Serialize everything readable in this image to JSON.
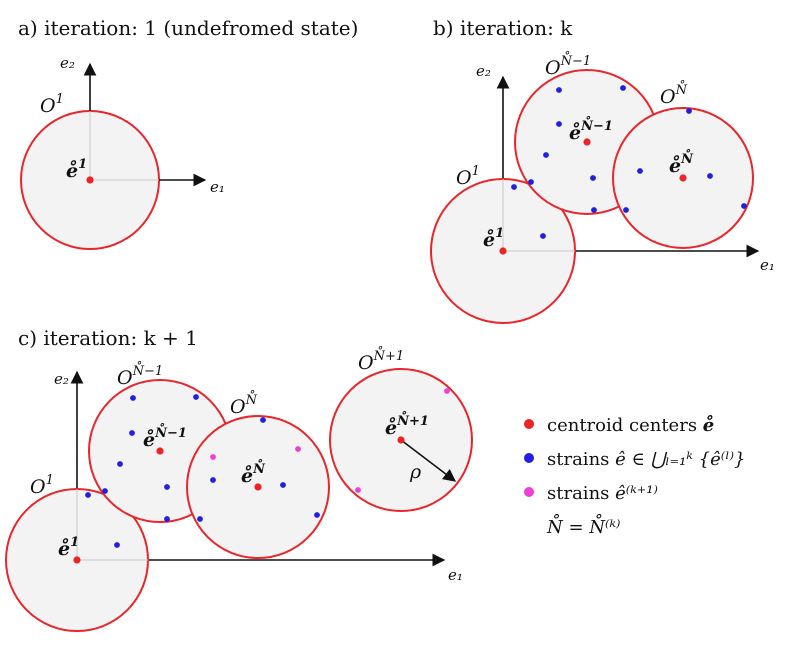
{
  "colors": {
    "circle_stroke": "#e8262b",
    "circle_fill": "#f3f3f3",
    "centroid": "#ee2424",
    "strain_old": "#2020e0",
    "strain_new": "#ee3fd2",
    "axis": "#111111",
    "axis_faint": "#c8c8c8"
  },
  "panels": {
    "a": {
      "title": "a)  iteration: 1 (undefromed state)",
      "e1": "e₁",
      "e2": "e₂",
      "circle_labels": [
        "O¹"
      ],
      "center_labels": [
        "e̊¹"
      ]
    },
    "b": {
      "title": "b)  iteration:  k",
      "e1": "e₁",
      "e2": "e₂",
      "circle_labels": [
        "O¹",
        "O^N̊−1",
        "O^N̊"
      ],
      "center_labels": [
        "e̊¹",
        "e̊^N̊−1",
        "e̊^N̊"
      ]
    },
    "c": {
      "title": "c)  iteration:  k + 1",
      "e1": "e₁",
      "e2": "e₂",
      "circle_labels": [
        "O¹",
        "O^N̊−1",
        "O^N̊",
        "O^N̊+1"
      ],
      "center_labels": [
        "e̊¹",
        "e̊^N̊−1",
        "e̊^N̊",
        "e̊^N̊+1"
      ],
      "radius_label": "ρ"
    }
  },
  "labels": {
    "O": "O",
    "e_ring": "e̊",
    "sup_1": "1",
    "sup_Nm1": "N̊−1",
    "sup_N": "N̊",
    "sup_Np1": "N̊+1"
  },
  "legend": {
    "items": [
      {
        "text": "centroid centers ",
        "math": "e̊",
        "color": "#ee2424"
      },
      {
        "text": "strains ",
        "math": "ê ∈ ⋃ₗ₌₁ᵏ {ê⁽ˡ⁾}",
        "color": "#2020e0"
      },
      {
        "text": "strains ",
        "math": "ê⁽ᵏ⁺¹⁾",
        "color": "#ee3fd2"
      }
    ],
    "note": "N̊ = N̊⁽ᵏ⁾"
  }
}
